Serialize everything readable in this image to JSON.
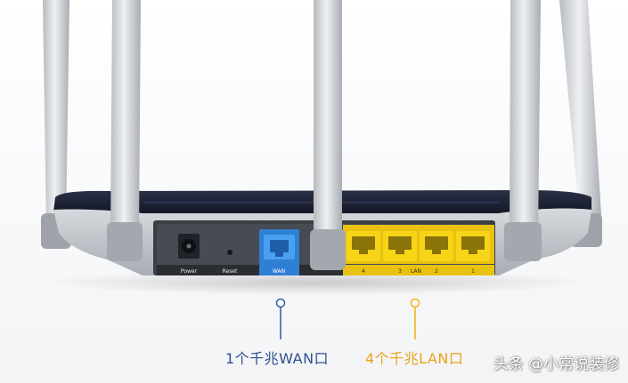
{
  "ports": {
    "power_label": "Power",
    "reset_label": "Reset",
    "wan_label": "WAN",
    "lan_title": "LAN",
    "lan_numbers": [
      "4",
      "3",
      "2",
      "1"
    ]
  },
  "callouts": {
    "wan": "1个千兆WAN口",
    "lan": "4个千兆LAN口"
  },
  "watermark": "头条 @小常说装修",
  "colors": {
    "wan_accent": "#2f5fa8",
    "lan_accent": "#f2b10e",
    "wan_port": "#3b8ee0",
    "lan_port": "#f7d417",
    "router_body": "#c9ccd1",
    "router_top": "#1e2233"
  },
  "icon_names": [
    "power-jack-icon",
    "reset-hole-icon",
    "ethernet-port-icon",
    "antenna-icon"
  ]
}
